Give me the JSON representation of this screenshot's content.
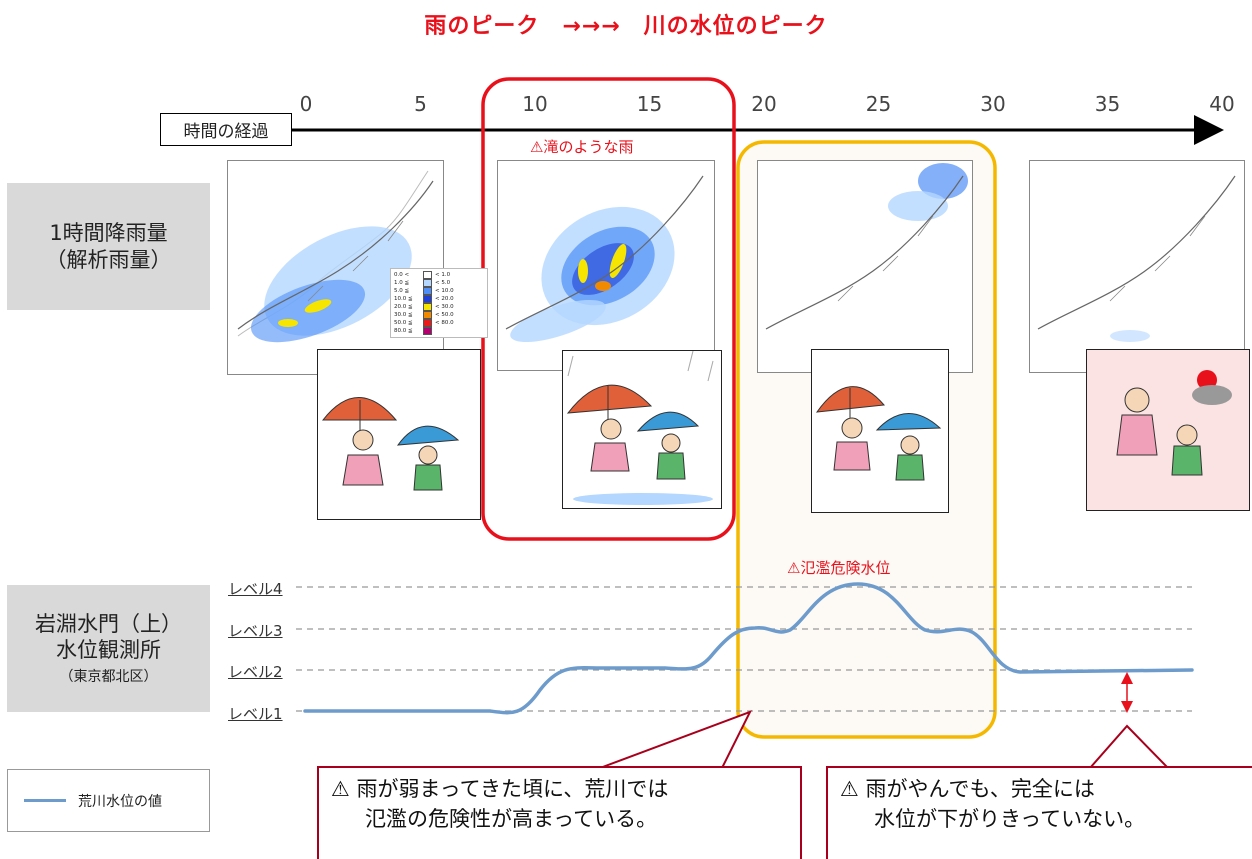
{
  "headline": "雨のピーク　→→→　川の水位のピーク",
  "timeline": {
    "label": "時間の経過",
    "ticks": [
      "0",
      "5",
      "10",
      "15",
      "20",
      "25",
      "30",
      "35",
      "40"
    ]
  },
  "rain_row": {
    "label_line1": "1時間降雨量",
    "label_line2": "（解析雨量）",
    "warning": "⚠滝のような雨",
    "scale_rows": [
      {
        "low": "0.0 <",
        "high": "< 1.0",
        "color": "#ffffff"
      },
      {
        "low": "1.0 ≦",
        "high": "< 5.0",
        "color": "#b4d7ff"
      },
      {
        "low": "5.0 ≦",
        "high": "< 10.0",
        "color": "#4f8ff7"
      },
      {
        "low": "10.0 ≦",
        "high": "< 20.0",
        "color": "#1f3fd6"
      },
      {
        "low": "20.0 ≦",
        "high": "< 30.0",
        "color": "#f5e500"
      },
      {
        "low": "30.0 ≦",
        "high": "< 50.0",
        "color": "#f08a00"
      },
      {
        "low": "50.0 ≦",
        "high": "< 80.0",
        "color": "#e81a1a"
      },
      {
        "low": "80.0 ≦",
        "high": "",
        "color": "#b4006e"
      }
    ]
  },
  "water_row": {
    "label_line1": "岩淵水門（上）",
    "label_line2": "水位観測所",
    "label_line3": "（東京都北区）",
    "warning": "⚠氾濫危険水位",
    "levels": [
      "レベル4",
      "レベル3",
      "レベル2",
      "レベル1"
    ]
  },
  "legend": {
    "series_name": "荒川水位の値",
    "color": "#6d9bcb"
  },
  "callouts": {
    "left_line1": "⚠ 雨が弱まってきた頃に、荒川では",
    "left_line2": "氾濫の危険性が高まっている。",
    "right_line1": "⚠ 雨がやんでも、完全には",
    "right_line2": "水位が下がりきっていない。"
  },
  "colors": {
    "headline": "#e8111b",
    "rain_peak_box": "#e8111b",
    "river_peak_box": "#f5b800",
    "water_line": "#6d9bcb",
    "callout_border": "#a8001c"
  },
  "icons": [
    "warning-icon",
    "umbrella-illustration",
    "sun-cloud-icon",
    "japan-map"
  ]
}
